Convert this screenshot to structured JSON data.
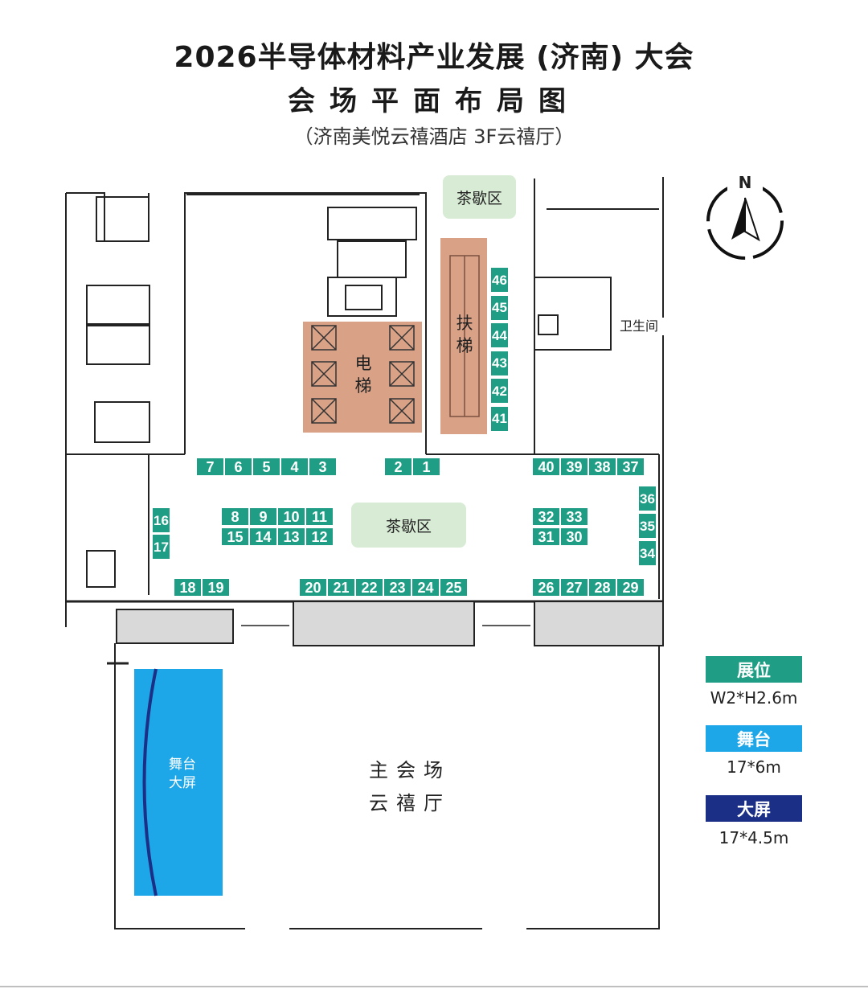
{
  "header": {
    "title": "2026半导体材料产业发展 (济南) 大会",
    "subtitle_title": "会场平面布局图",
    "venue": "（济南美悦云禧酒店   3F云禧厅）"
  },
  "compass": {
    "letter": "N"
  },
  "areas": {
    "tea_north": "茶歇区",
    "tea_center": "茶歇区",
    "escalator": "扶\n梯",
    "elevator": "电\n梯",
    "restroom": "卫生间",
    "stage_screen": "舞台\n大屏",
    "main_hall": "主会场\n云禧厅"
  },
  "booths": {
    "row_top_left": [
      "7",
      "6",
      "5",
      "4",
      "3"
    ],
    "row_top_mid": [
      "2",
      "1"
    ],
    "row_top_right": [
      "40",
      "39",
      "38",
      "37"
    ],
    "col_escalator": [
      "46",
      "45",
      "44",
      "43",
      "42",
      "41"
    ],
    "cluster_left_top": [
      "8",
      "9",
      "10",
      "11"
    ],
    "cluster_left_bottom": [
      "15",
      "14",
      "13",
      "12"
    ],
    "col_left": [
      "16",
      "17"
    ],
    "cluster_right_top": [
      "32",
      "33"
    ],
    "cluster_right_bottom": [
      "31",
      "30"
    ],
    "col_right": [
      "36",
      "35",
      "34"
    ],
    "row_bottom_left": [
      "18",
      "19"
    ],
    "row_bottom_mid": [
      "20",
      "21",
      "22",
      "23",
      "24",
      "25"
    ],
    "row_bottom_right": [
      "26",
      "27",
      "28",
      "29"
    ]
  },
  "legend": {
    "booth_label": "展位",
    "booth_size": "W2*H2.6m",
    "stage_label": "舞台",
    "stage_size": "17*6m",
    "screen_label": "大屏",
    "screen_size": "17*4.5m"
  },
  "colors": {
    "booth": "#1f9e85",
    "tea": "#d8ecd5",
    "elevator": "#d9a186",
    "stage": "#1ea7e8",
    "screen": "#1c2f86"
  }
}
